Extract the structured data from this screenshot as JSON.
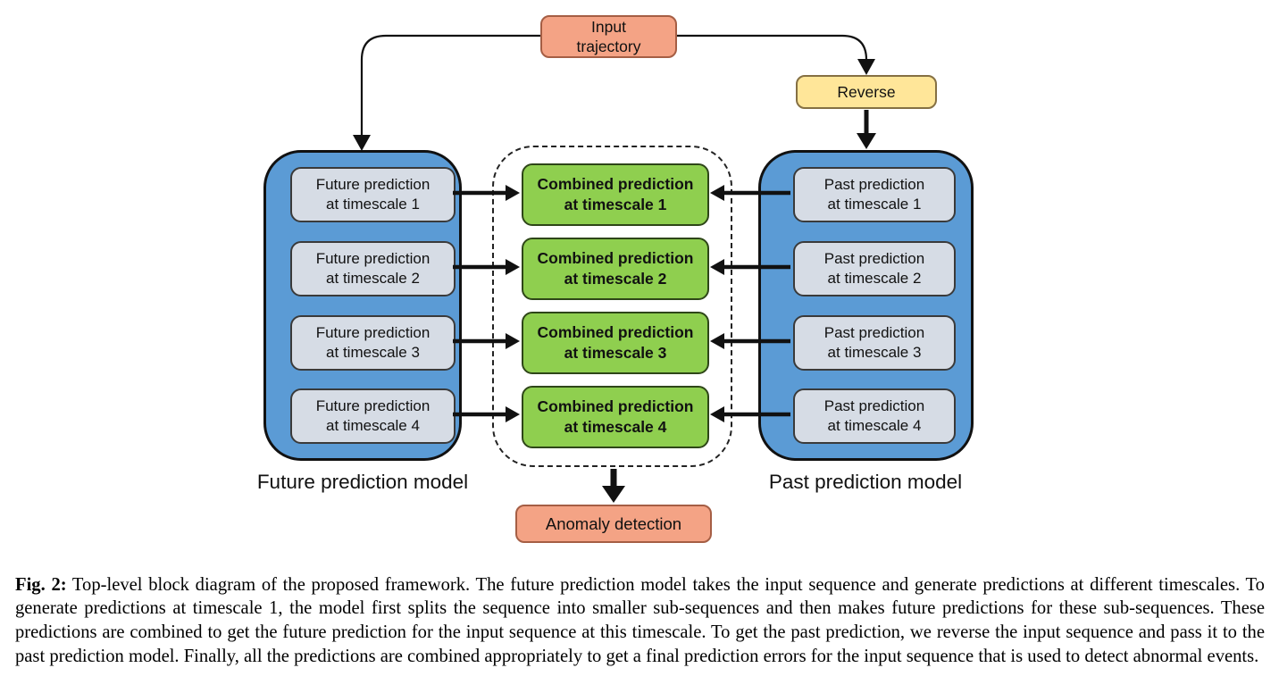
{
  "colors": {
    "blue_container_fill": "#5B9BD5",
    "container_border": "#111111",
    "gray_box_fill": "#D6DCE5",
    "gray_box_border": "#3A3A3A",
    "green_box_fill": "#8FCF4F",
    "green_box_border": "#2E4618",
    "salmon_fill": "#F4A385",
    "salmon_border": "#A55E44",
    "yellow_fill": "#FFE699",
    "yellow_border": "#857043",
    "arrow_color": "#111111"
  },
  "diagram": {
    "input_trajectory": {
      "line1": "Input",
      "line2": "trajectory"
    },
    "reverse_label": "Reverse",
    "future_model": {
      "label": "Future prediction model",
      "boxes": [
        {
          "line1": "Future prediction",
          "line2": "at timescale 1"
        },
        {
          "line1": "Future prediction",
          "line2": "at timescale 2"
        },
        {
          "line1": "Future prediction",
          "line2": "at timescale 3"
        },
        {
          "line1": "Future prediction",
          "line2": "at timescale 4"
        }
      ]
    },
    "combined": {
      "boxes": [
        {
          "line1": "Combined prediction",
          "line2": "at timescale 1"
        },
        {
          "line1": "Combined prediction",
          "line2": "at timescale 2"
        },
        {
          "line1": "Combined prediction",
          "line2": "at timescale 3"
        },
        {
          "line1": "Combined prediction",
          "line2": "at timescale 4"
        }
      ]
    },
    "past_model": {
      "label": "Past prediction model",
      "boxes": [
        {
          "line1": "Past prediction",
          "line2": "at timescale 1"
        },
        {
          "line1": "Past prediction",
          "line2": "at timescale 2"
        },
        {
          "line1": "Past prediction",
          "line2": "at timescale 3"
        },
        {
          "line1": "Past prediction",
          "line2": "at timescale 4"
        }
      ]
    },
    "anomaly_label": "Anomaly detection"
  },
  "caption": {
    "prefix": "Fig. 2:",
    "body": " Top-level block diagram of the proposed framework. The future prediction model takes the input sequence and generate predictions at different timescales. To generate predictions at timescale 1, the model first splits the sequence into smaller sub-sequences and then makes future predictions for these sub-sequences. These predictions are combined to get the future prediction for the input sequence at this timescale. To get the past prediction, we reverse the input sequence and pass it to the past prediction model. Finally, all the predictions are combined appropriately to get a final prediction errors for the input sequence that is used to detect abnormal events."
  }
}
